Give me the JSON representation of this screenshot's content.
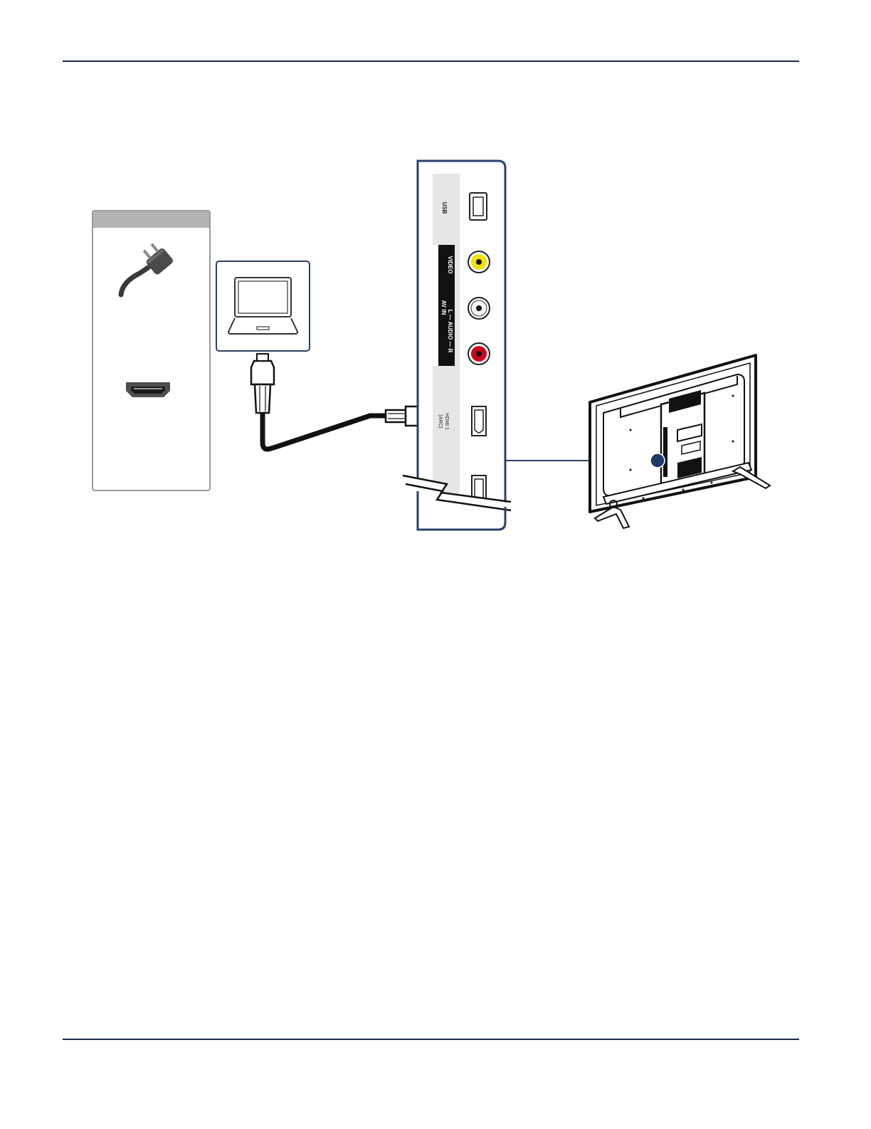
{
  "colors": {
    "rule": "#1f2a4f",
    "panel_frame": "#2b3f6a",
    "panel_fill": "#e6e6e6",
    "legend_header": "#b3b3b3",
    "legend_border": "#9a9a9a",
    "laptop_frame": "#2b3f6a",
    "video_jack": "#f2e300",
    "audio_left_jack": "#f4f4f4",
    "audio_right_jack": "#d0001b",
    "cable": "#111111",
    "callout_dot": "#1f3a66"
  },
  "icons": {
    "legend_power": "power-plug-icon",
    "legend_hdmi": "hdmi-port-icon",
    "laptop": "laptop-icon",
    "cable": "hdmi-cable-icon",
    "tv": "tv-rear-icon"
  },
  "panel": {
    "usb_label": "USB",
    "video_label": "VIDEO",
    "audio_label": "L — AUDIO — R",
    "av_in_label": "AV IN",
    "hdmi_label": "HDMI 1",
    "hdmi_sub_label": "(ARC)"
  }
}
